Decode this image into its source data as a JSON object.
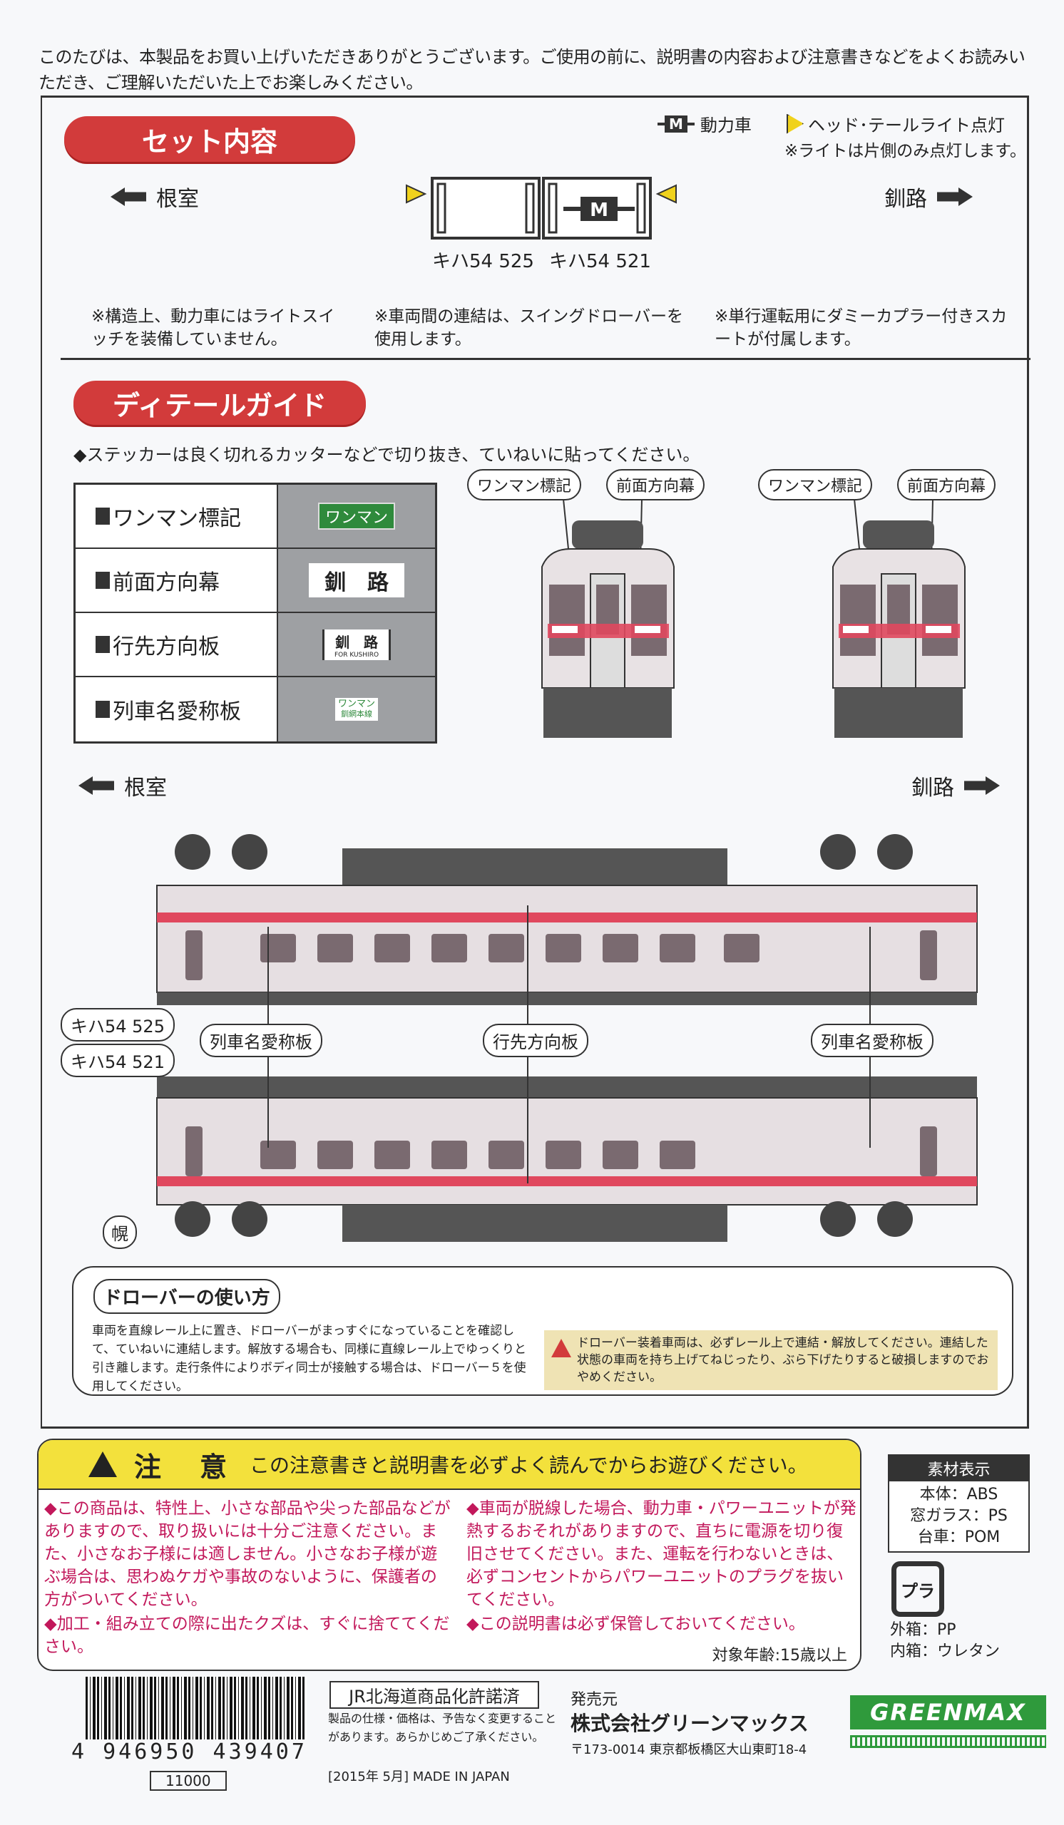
{
  "intro": "このたびは、本製品をお買い上げいただきありがとうございます。ご使用の前に、説明書の内容および注意書きなどをよくお読みいただき、ご理解いただいた上でお楽しみください。",
  "set_contents": {
    "title": "セット内容",
    "legend": {
      "motor_mark": "M",
      "motor_label": "動力車",
      "light_label": "ヘッド･テールライト点灯",
      "light_note": "※ライトは片側のみ点灯します。"
    },
    "direction_left": "根室",
    "direction_right": "釧路",
    "cars": [
      {
        "name": "キハ54 525"
      },
      {
        "name": "キハ54 521",
        "motor": "M"
      }
    ],
    "notes": [
      "※構造上、動力車にはライトスイッチを装備していません。",
      "※車両間の連結は、スイングドローバーを使用します。",
      "※単行運転用にダミーカプラー付きスカートが付属します。"
    ]
  },
  "detail_guide": {
    "title": "ディテールガイド",
    "instruction": "◆ステッカーは良く切れるカッターなどで切り抜き、ていねいに貼ってください。",
    "stickers": [
      {
        "label": "ワンマン標記",
        "sample": "ワンマン"
      },
      {
        "label": "前面方向幕",
        "sample": "釧　路"
      },
      {
        "label": "行先方向板",
        "sample": "釧　路",
        "sample_sub": "FOR KUSHIRO"
      },
      {
        "label": "列車名愛称板",
        "sample": "ワンマン",
        "sample_sub": "釧網本線"
      }
    ],
    "front_callouts": [
      "ワンマン標記",
      "前面方向幕"
    ],
    "direction_left": "根室",
    "direction_right": "釧路",
    "car_labels": [
      "キハ54 525",
      "キハ54 521"
    ],
    "side_callouts": {
      "left": "列車名愛称板",
      "center": "行先方向板",
      "right": "列車名愛称板",
      "hood": "幌"
    }
  },
  "drawbar": {
    "title": "ドローバーの使い方",
    "text": "車両を直線レール上に置き、ドローバーがまっすぐになっていることを確認して、ていねいに連結します。解放する場合も、同様に直線レール上でゆっくりと引き離します。走行条件によりボディ同士が接触する場合は、ドローバー５を使用してください。",
    "warning": "ドローバー装着車両は、必ずレール上で連結・解放してください。連結した状態の車両を持ち上げてねじったり、ぶら下げたりすると破損しますのでおやめください。"
  },
  "caution": {
    "title": "注　意",
    "subtitle": "この注意書きと説明書を必ずよく読んでからお遊びください。",
    "items_left": [
      "◆この商品は、特性上、小さな部品や尖った部品などがありますので、取り扱いには十分ご注意ください。また、小さなお子様には適しません。小さなお子様が遊ぶ場合は、思わぬケガや事故のないように、保護者の方がついてください。",
      "◆加工・組み立ての際に出たクズは、すぐに捨ててください。"
    ],
    "items_right": [
      "◆車両が脱線した場合、動力車・パワーユニットが発熱するおそれがありますので、直ちに電源を切り復旧させてください。また、運転を行わないときは、必ずコンセントからパワーユニットのプラグを抜いてください。",
      "◆この説明書は必ず保管しておいてください。"
    ],
    "age": "対象年齢:15歳以上"
  },
  "materials": {
    "title": "素材表示",
    "items": [
      "本体：ABS",
      "窓ガラス：PS",
      "台車：POM"
    ],
    "recycle_mark": "プラ",
    "packaging": [
      "外箱：PP",
      "内箱：ウレタン"
    ]
  },
  "footer": {
    "barcode_number": "4 946950 439407",
    "price_code": "11000",
    "license": "JR北海道商品化許諾済",
    "spec_note": "製品の仕様・価格は、予告なく変更することがあります。あらかじめご了承ください。",
    "date": "[2015年 5月] MADE IN JAPAN",
    "seller_label": "発売元",
    "company": "株式会社グリーンマックス",
    "address": "〒173-0014 東京都板橋区大山東町18-4",
    "logo": "GREENMAX"
  },
  "colors": {
    "accent_red": "#d23b3b",
    "stripe": "#e0485e",
    "caution_yellow": "#f3e13c",
    "caution_text": "#c2185b",
    "logo_green": "#2f9a3c"
  }
}
